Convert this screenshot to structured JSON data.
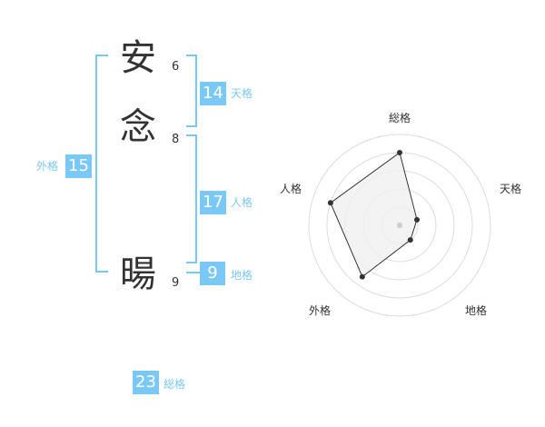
{
  "name": {
    "characters": [
      {
        "char": "安",
        "strokes": "6"
      },
      {
        "char": "念",
        "strokes": "8"
      },
      {
        "char": "暘",
        "strokes": "9"
      }
    ]
  },
  "fortune": {
    "tenkaku": {
      "value": "14",
      "label": "天格"
    },
    "jinkaku": {
      "value": "17",
      "label": "人格"
    },
    "chikaku": {
      "value": "9",
      "label": "地格"
    },
    "gaikaku": {
      "value": "15",
      "label": "外格"
    },
    "soukaku": {
      "value": "23",
      "label": "総格"
    }
  },
  "colors": {
    "accent": "#7ac8f5",
    "text": "#333333",
    "ring": "#dddddd",
    "fill": "#f0f0f0"
  },
  "chart_data": {
    "type": "radar",
    "axes": [
      "総格",
      "天格",
      "地格",
      "外格",
      "人格"
    ],
    "values": [
      4,
      1,
      1,
      3.5,
      4
    ],
    "rlim": [
      0,
      5
    ],
    "rings": 5
  }
}
